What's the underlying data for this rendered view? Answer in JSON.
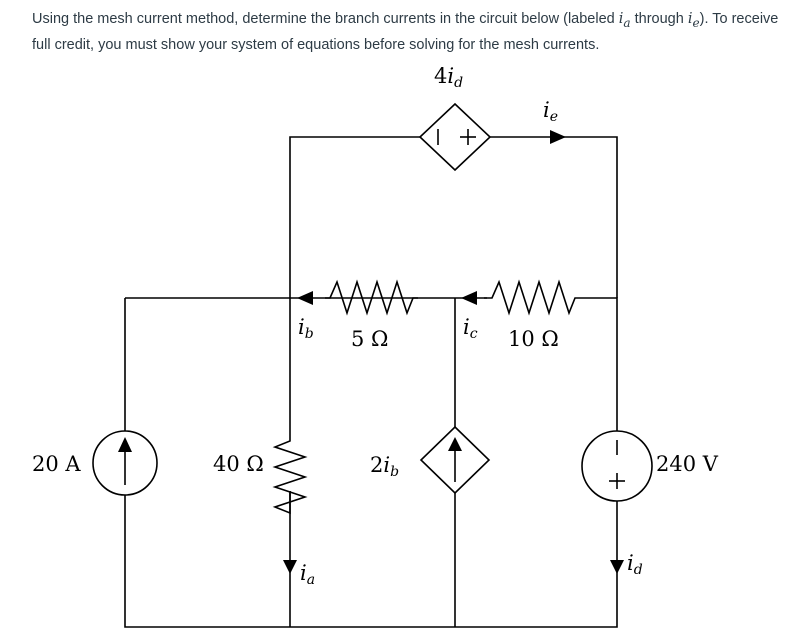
{
  "problem": {
    "text_before": "Using the mesh current method, determine the branch currents in the circuit below (labeled ",
    "i_a_var": "i",
    "i_a_sub": "a",
    "text_through": " through ",
    "i_e_var": "i",
    "i_e_sub": "e",
    "text_after": "). To receive full credit, you must show your system of equations before solving for the mesh currents."
  },
  "circuit": {
    "current_source_label": "20 A",
    "resistor_40_label": "40 Ω",
    "resistor_5_label": "5 Ω",
    "resistor_10_label": "10 Ω",
    "voltage_source_label": "240 V",
    "dep_voltage_coef": "4",
    "dep_voltage_var": "i",
    "dep_voltage_sub": "d",
    "dep_current_coef": "2",
    "dep_current_var": "i",
    "dep_current_sub": "b",
    "ia_var": "i",
    "ia_sub": "a",
    "ib_var": "i",
    "ib_sub": "b",
    "ic_var": "i",
    "ic_sub": "c",
    "id_var": "i",
    "id_sub": "d",
    "ie_var": "i",
    "ie_sub": "e",
    "plus": "+",
    "minus": "−"
  },
  "colors": {
    "text": "#2d3b45",
    "wire": "#000000"
  }
}
